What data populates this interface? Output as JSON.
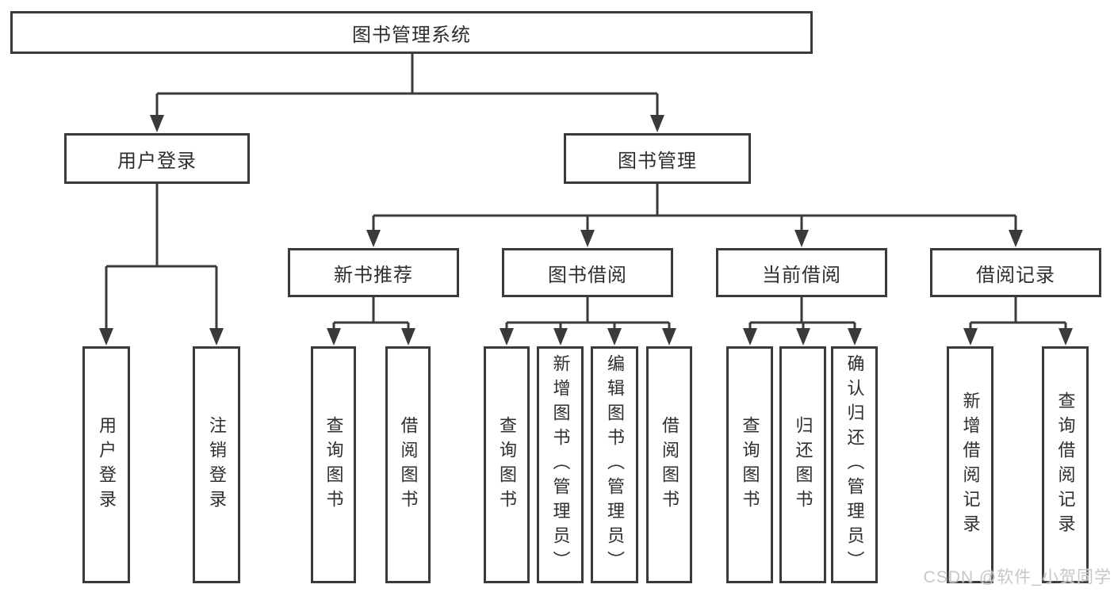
{
  "colors": {
    "line": "#3a3a3a",
    "box_border": "#3a3a3a",
    "text": "#2e2e2e",
    "background": "#ffffff",
    "watermark": "#c7c7c7"
  },
  "watermark": "CSDN @软件_小贺同学",
  "tree": {
    "root": {
      "label": "图书管理系统"
    },
    "branches": [
      {
        "label": "用户登录",
        "children": [
          {
            "label": "用户登录"
          },
          {
            "label": "注销登录"
          }
        ]
      },
      {
        "label": "图书管理",
        "children": [
          {
            "label": "新书推荐",
            "children": [
              {
                "label": "查询图书"
              },
              {
                "label": "借阅图书"
              }
            ]
          },
          {
            "label": "图书借阅",
            "children": [
              {
                "label": "查询图书"
              },
              {
                "label": "新增图书（管理员）"
              },
              {
                "label": "编辑图书（管理员）"
              },
              {
                "label": "借阅图书"
              }
            ]
          },
          {
            "label": "当前借阅",
            "children": [
              {
                "label": "查询图书"
              },
              {
                "label": "归还图书"
              },
              {
                "label": "确认归还（管理员）"
              }
            ]
          },
          {
            "label": "借阅记录",
            "children": [
              {
                "label": "新增借阅记录"
              },
              {
                "label": "查询借阅记录"
              }
            ]
          }
        ]
      }
    ]
  }
}
